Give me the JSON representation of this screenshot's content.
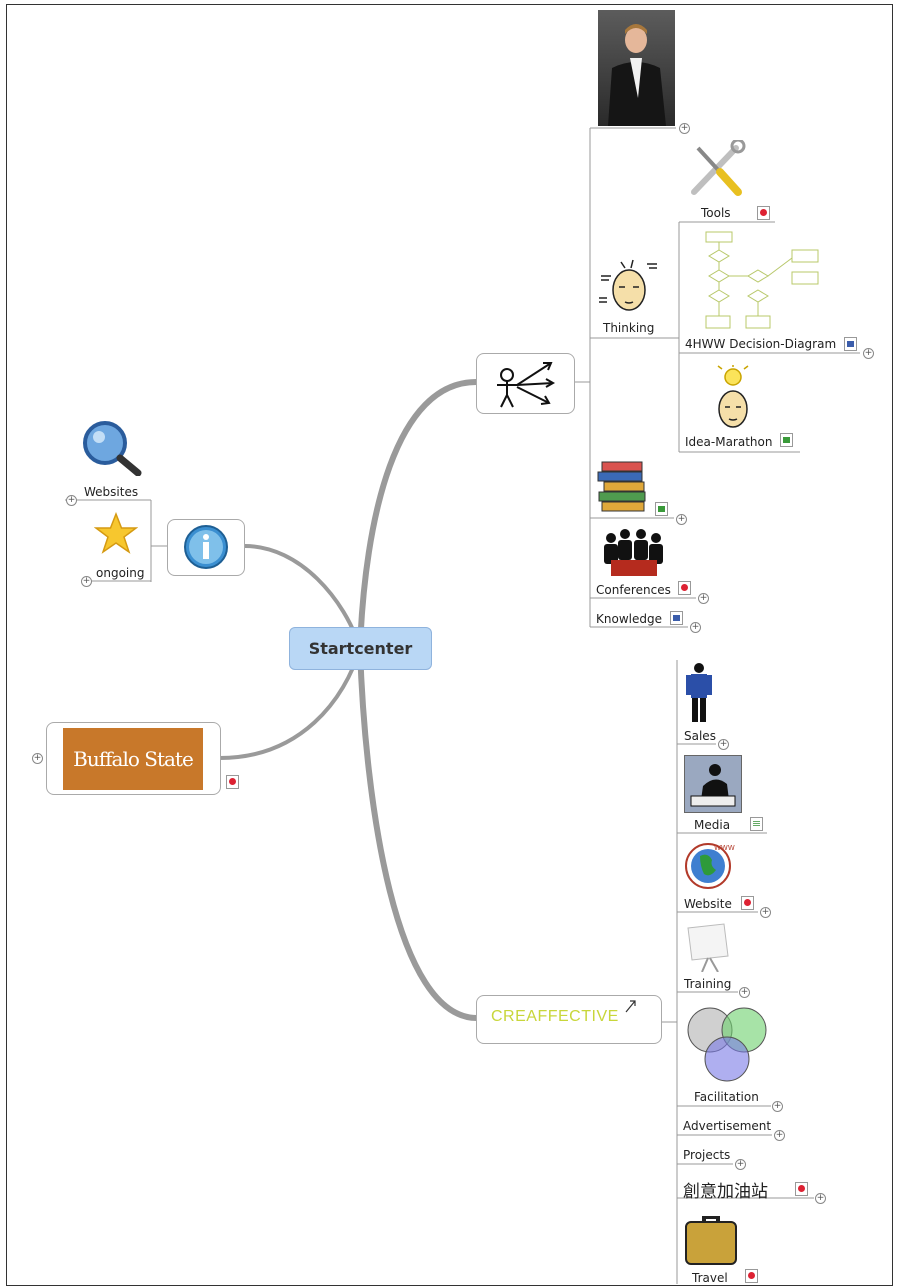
{
  "central": {
    "label": "Startcenter"
  },
  "left": {
    "info_node": {
      "icon": "info-icon",
      "children": {
        "websites": "Websites",
        "ongoing": "ongoing"
      }
    },
    "logo_node": {
      "text": "Buffalo State"
    }
  },
  "right_top": {
    "thinking": "Thinking",
    "tools": "Tools",
    "decision_diagram": "4HWW Decision-Diagram",
    "idea_marathon": "Idea-Marathon",
    "conferences": "Conferences",
    "knowledge": "Knowledge"
  },
  "right_bottom": {
    "creaffective": "CREAFFECTIVE",
    "items": {
      "sales": "Sales",
      "media": "Media",
      "website": "Website",
      "training": "Training",
      "facilitation": "Facilitation",
      "advertisement": "Advertisement",
      "projects": "Projects",
      "chinese": "創意加油站",
      "travel": "Travel"
    }
  },
  "plus_symbol": "+",
  "colors": {
    "central_fill": "#b9d7f5",
    "branch": "#9a9a9a",
    "logo_bg": "#c8782a",
    "creaffective": "#c8d63a"
  }
}
